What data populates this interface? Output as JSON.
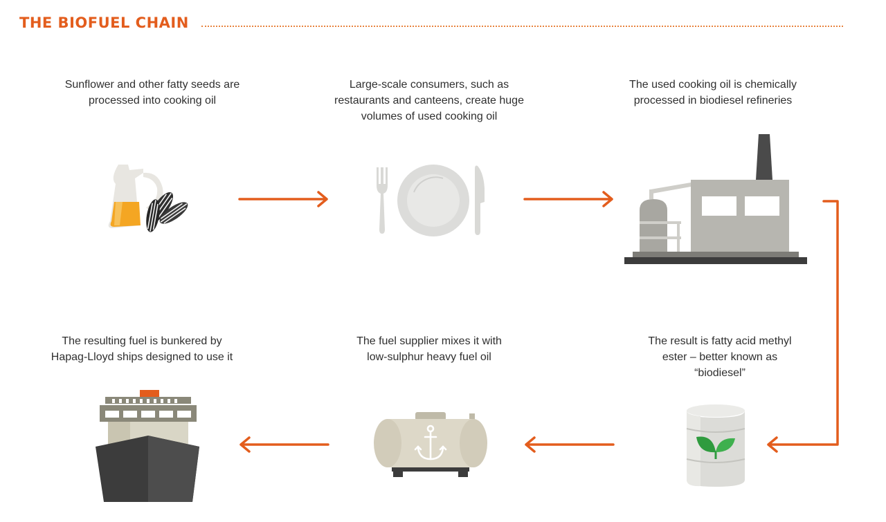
{
  "header": {
    "title": "THE BIOFUEL CHAIN"
  },
  "steps": [
    {
      "caption": "Sunflower and other fatty seeds are processed into cooking oil",
      "icon": "oil-jug-sunflower-seeds-icon"
    },
    {
      "caption": "Large-scale consumers, such as restaurants and canteens, create huge volumes of used cooking oil",
      "icon": "plate-cutlery-icon"
    },
    {
      "caption": "The used cooking oil is chemically processed in biodiesel refineries",
      "icon": "refinery-factory-icon"
    },
    {
      "caption": "The result is fatty acid methyl ester – better known as “biodiesel”",
      "icon": "biodiesel-barrel-icon"
    },
    {
      "caption": "The fuel supplier mixes it with low-sulphur heavy fuel oil",
      "icon": "fuel-tank-anchor-icon"
    },
    {
      "caption": "The resulting fuel is bunkered by Hapag-Lloyd ships designed to use it",
      "icon": "container-ship-icon"
    }
  ],
  "colors": {
    "accent": "#e35d1d",
    "oil": "#f4a623",
    "light_grey": "#d9d9d6",
    "factory_grey": "#b7b6b0",
    "dark_grey": "#3c3c3c",
    "tank_beige": "#ddd8c8",
    "leaf_green": "#2f9b3e"
  }
}
